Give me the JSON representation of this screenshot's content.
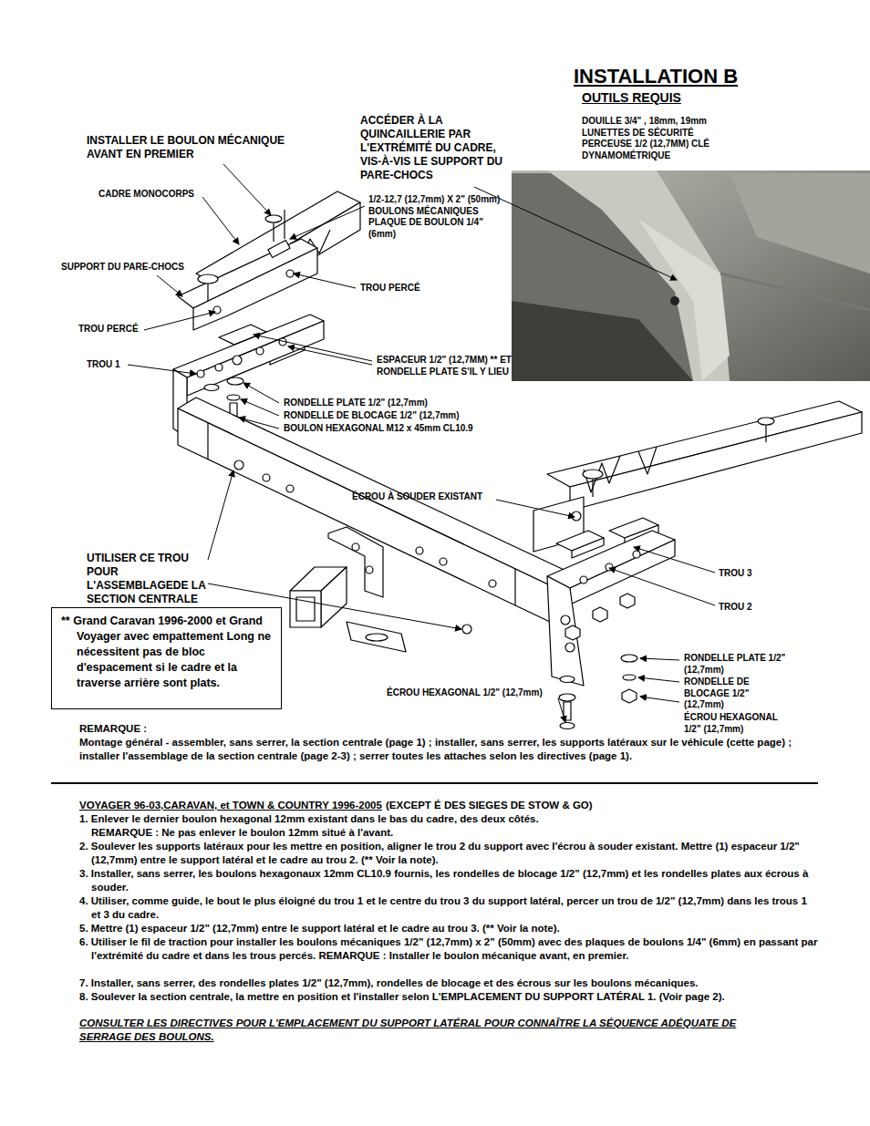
{
  "diagram": {
    "title": "INSTALLATION B",
    "nodes": [
      {
        "text": [
          "** Grand Caravan 1996-2000 et Grand Voyager avec empattement Long ne nécessitent pas de bloc d'espacement si le cadre et la traverse arrière sont plats."
        ]
      }
    ],
    "labels": [
      "OUTILS REQUIS",
      "DOUILLE 3/4\" , 18mm, 19mm LUNETTES DE SÉCURITÉ PERCEUSE 1/2 (12,7MM) CLÉ DYNAMOMÉTRIQUE",
      "ACCÉDER À LA QUINCAILLERIE PAR L'EXTRÉMITÉ DU CADRE, VIS-À-VIS LE SUPPORT DU PARE-CHOCS",
      "INSTALLER LE BOULON MÉCANIQUE AVANT EN PREMIER",
      "CADRE MONOCORPS",
      "1/2-12,7 (12,7mm) X 2\" (50mm) BOULONS MÉCANIQUES PLAQUE DE BOULON 1/4\" (6mm)",
      "SUPPORT DU PARE-CHOCS",
      "TROU PERCÉ",
      "TROU PERCÉ",
      "TROU 1",
      "ESPACEUR 1/2\" (12,7MM) ** ET RONDELLE PLATE S'IL Y LIEU",
      "RONDELLE PLATE 1/2\" (12,7mm)",
      "RONDELLE DE BLOCAGE 1/2\" (12,7mm)",
      "BOULON HEXAGONAL M12 x 45mm CL10.9",
      "ÉCROU À SOUDER EXISTANT",
      "UTILISER CE TROU POUR L'ASSEMBLAGEDE LA SECTION CENTRALE",
      "TROU 3",
      "TROU 2",
      "RONDELLE PLATE 1/2\" (12,7mm)",
      "RONDELLE DE BLOCAGE 1/2\" (12,7mm)",
      "ÉCROU HEXAGONAL 1/2\" (12,7mm)",
      "ÉCROU HEXAGONAL 1/2\" (12,7mm)",
      "REMARQUE :",
      "Montage général - assembler, sans serrer, la section centrale (page 1) ; installer, sans serrer, les supports latéraux sur le véhicule (cette page) ; installer l'assemblage de la section centrale (page 2-3) ; serrer toutes les attaches selon les directives (page 1).",
      "VOYAGER 96-03,CARAVAN, et TOWN & COUNTRY 1996-2005",
      "(EXCEPT É DES SIEGES DE STOW & GO)",
      "1. Enlever le dernier boulon hexagonal 12mm existant dans le bas du cadre, des deux côtés.",
      "REMARQUE : Ne pas enlever le boulon 12mm situé à l'avant.",
      "2. Soulever les supports latéraux pour les mettre en position, aligner le trou 2 du support avec l'écrou à souder existant.  Mettre (1) espaceur 1/2\"  (12,7mm) entre le support latéral et le cadre au trou 2. (** Voir la note).",
      "3. Installer, sans serrer, les boulons hexagonaux 12mm CL10.9 fournis, les rondelles de blocage 1/2\" (12,7mm) et les rondelles plates aux écrous à souder.",
      "4. Utiliser, comme guide,  le bout le plus éloigné du trou 1 et le centre du trou 3 du support latéral, percer un trou de 1/2\" (12,7mm) dans les trous 1 et 3 du cadre.",
      "5. Mettre (1) espaceur 1/2\" (12,7mm) entre le support latéral et le cadre au trou 3. (** Voir la note).",
      "6. Utiliser le fil de traction pour installer les boulons mécaniques 1/2\" (12,7mm) x 2\" (50mm) avec des plaques de boulons 1/4\" (6mm) en passant par l'extrémité du cadre et dans les trous percés.   REMARQUE : Installer le boulon mécanique avant, en premier.",
      "7. Installer, sans serrer,  des rondelles plates 1/2\" (12,7mm), rondelles de blocage et des écrous sur les boulons mécaniques.",
      "8. Soulever la section centrale, la mettre en position et l'installer selon L'EMPLACEMENT DU SUPPORT LATÉRAL 1. (Voir page 2).",
      "CONSULTER LES DIRECTIVES POUR L'EMPLACEMENT DU SUPPORT LATÉRAL POUR CONNAÎTRE LA SÉQUENCE ADÉQUATE DE SERRAGE DES BOULONS."
    ]
  }
}
